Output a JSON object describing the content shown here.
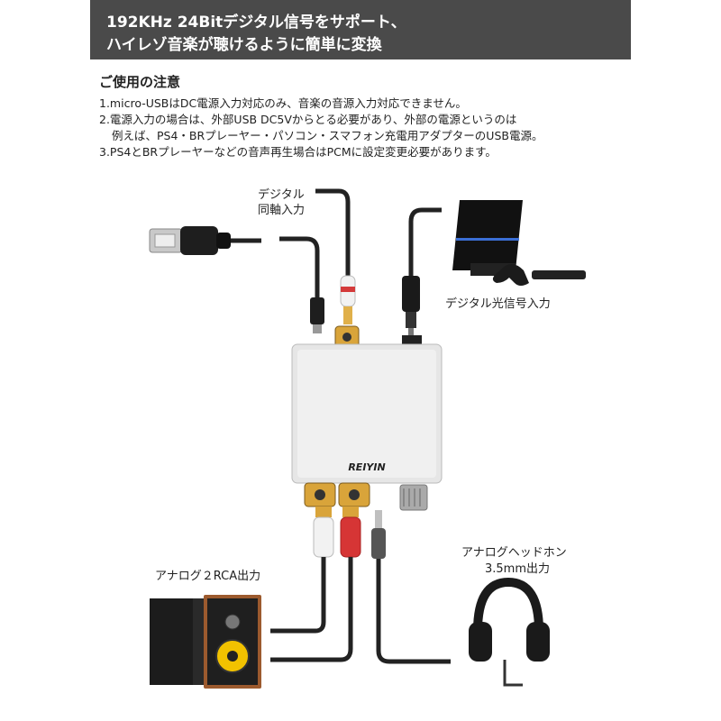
{
  "banner": {
    "line1": "192KHz 24Bitデジタル信号をサポート、",
    "line2": "ハイレゾ音楽が聴けるように簡単に変換"
  },
  "notes": {
    "title": "ご使用の注意",
    "items": [
      "1.micro-USBはDC電源入力対応のみ、音楽の音源入力対応できません。",
      "2.電源入力の場合は、外部USB DC5Vからとる必要があり、外部の電源というのは",
      "例えば、PS4・BRプレーヤー・パソコン・スマフォン充電用アダプターのUSB電源。",
      "3.PS4とBRプレーヤーなどの音声再生場合はPCMに設定変更必要があります。"
    ]
  },
  "labels": {
    "coax_line1": "デジタル",
    "coax_line2": "同軸入力",
    "optical": "デジタル光信号入力",
    "rca": "アナログ２RCA出力",
    "headphone_line1": "アナログヘッドホン",
    "headphone_line2": "3.5mm出力"
  },
  "device": {
    "brand": "REIYIN"
  }
}
